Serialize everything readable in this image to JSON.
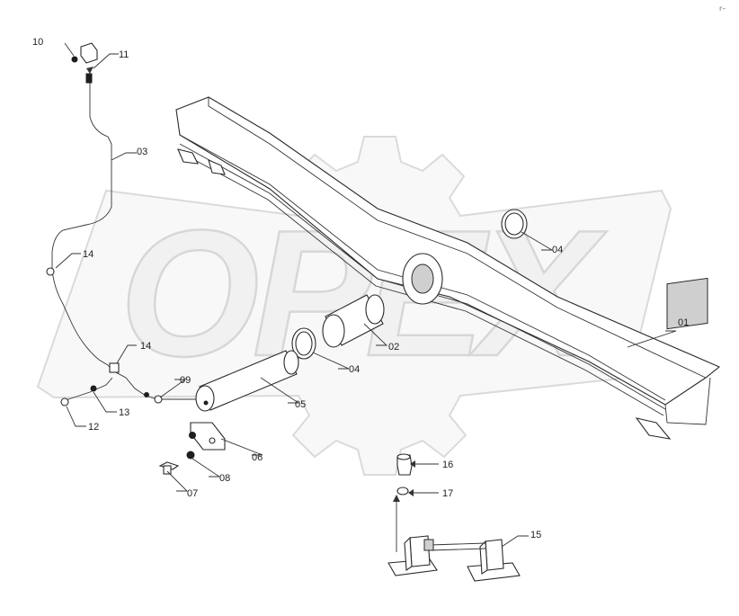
{
  "watermark": {
    "text": "OPEX"
  },
  "corner_mark": "r–",
  "callouts": [
    {
      "id": "01",
      "label": "01"
    },
    {
      "id": "02",
      "label": "02"
    },
    {
      "id": "03",
      "label": "03"
    },
    {
      "id": "04a",
      "label": "04"
    },
    {
      "id": "04b",
      "label": "04"
    },
    {
      "id": "05",
      "label": "05"
    },
    {
      "id": "06",
      "label": "06"
    },
    {
      "id": "07",
      "label": "07"
    },
    {
      "id": "08",
      "label": "08"
    },
    {
      "id": "09",
      "label": "09"
    },
    {
      "id": "10",
      "label": "10"
    },
    {
      "id": "11",
      "label": "11"
    },
    {
      "id": "12",
      "label": "12"
    },
    {
      "id": "13",
      "label": "13"
    },
    {
      "id": "14a",
      "label": "14"
    },
    {
      "id": "14b",
      "label": "14"
    },
    {
      "id": "15",
      "label": "15"
    },
    {
      "id": "16",
      "label": "16"
    },
    {
      "id": "17",
      "label": "17"
    }
  ],
  "colors": {
    "line": "#2a2a2a",
    "watermark": "#e6e6e6",
    "background": "#ffffff"
  }
}
